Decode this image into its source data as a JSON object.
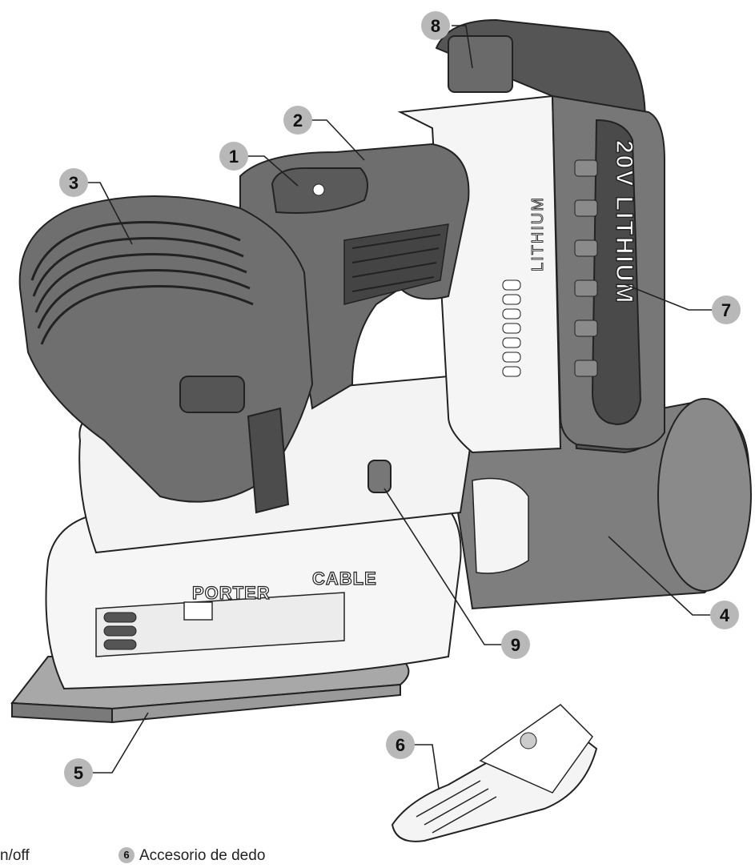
{
  "brand": {
    "left": "PORTER",
    "right": "CABLE"
  },
  "battery": {
    "main": "20V LITHIUM",
    "side": "LITHIUM"
  },
  "callouts": [
    "1",
    "2",
    "3",
    "4",
    "5",
    "6",
    "7",
    "8",
    "9"
  ],
  "legend": [
    {
      "text": "n/off"
    },
    {
      "num": "6",
      "text": "Accesorio de dedo"
    }
  ],
  "colors": {
    "callout_bubble": "#b8b8b8",
    "body_dark": "#4a4a4a",
    "body_mid": "#7a7a7a",
    "body_light": "#f2f2f2",
    "pad": "#a0a0a0"
  }
}
